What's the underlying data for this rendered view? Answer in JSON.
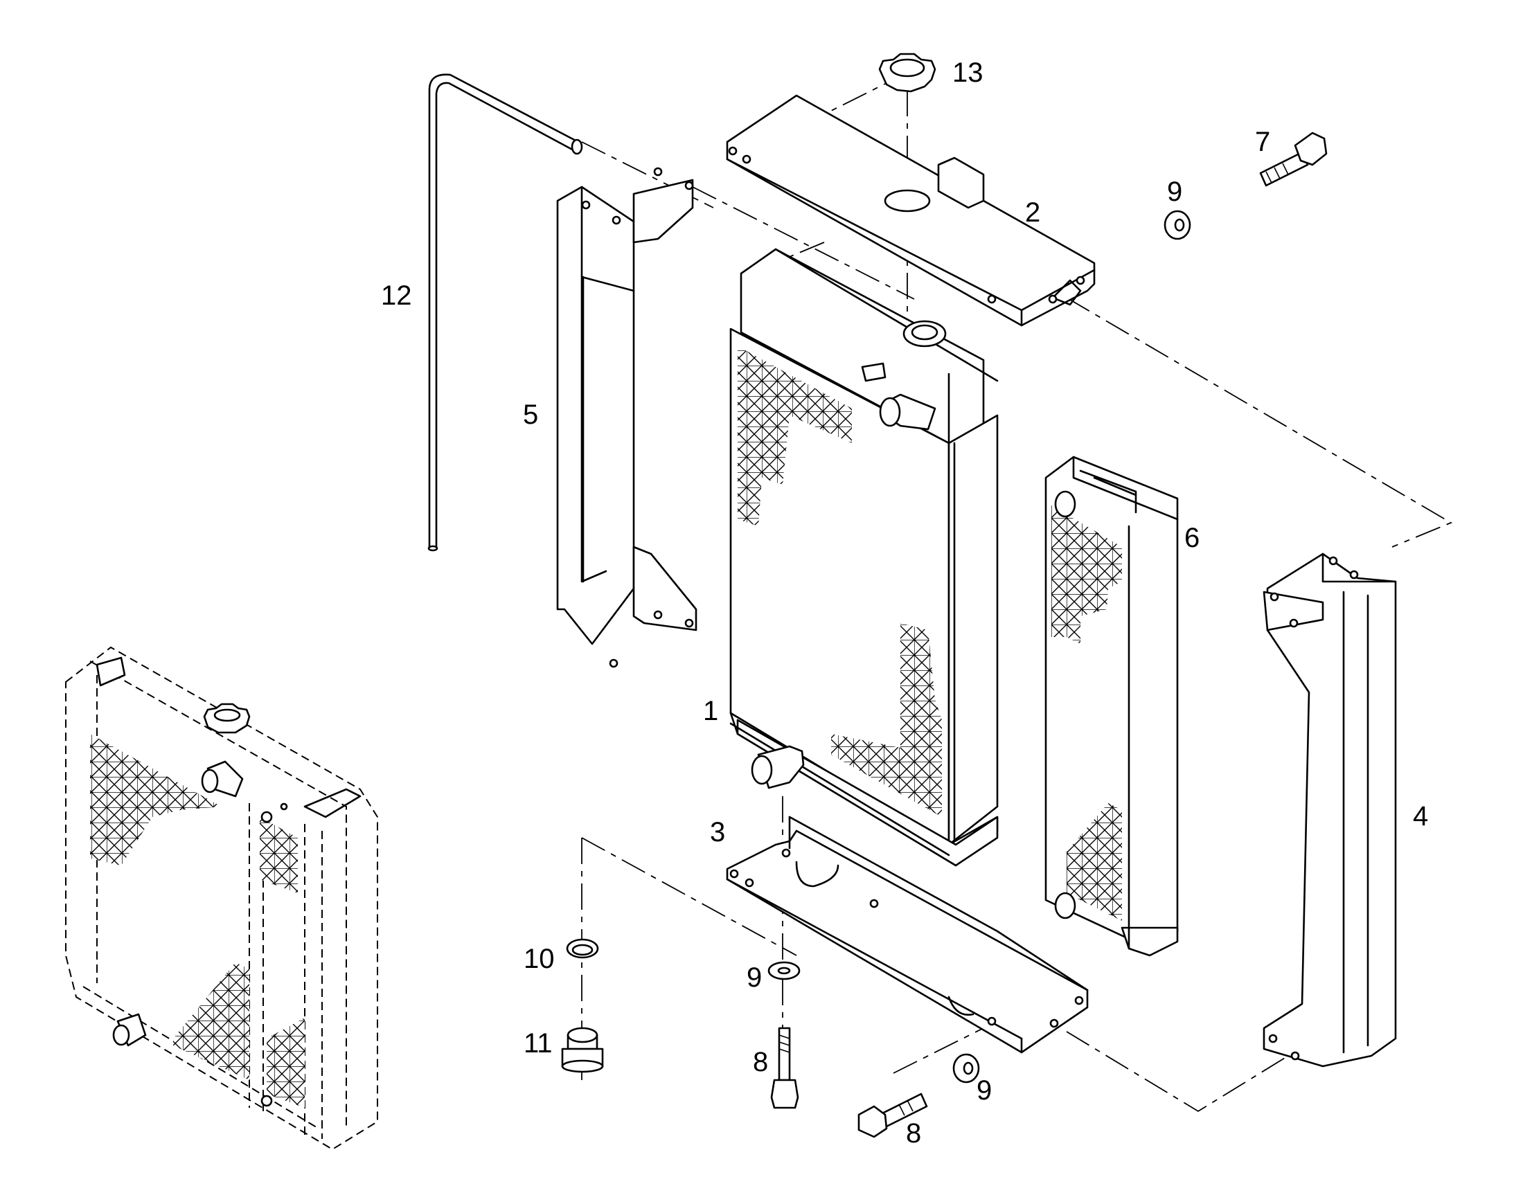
{
  "diagram": {
    "callouts": [
      {
        "id": "c1",
        "text": "1"
      },
      {
        "id": "c2",
        "text": "2"
      },
      {
        "id": "c3",
        "text": "3"
      },
      {
        "id": "c4",
        "text": "4"
      },
      {
        "id": "c5",
        "text": "5"
      },
      {
        "id": "c6",
        "text": "6"
      },
      {
        "id": "c7",
        "text": "7"
      },
      {
        "id": "c8a",
        "text": "8"
      },
      {
        "id": "c8b",
        "text": "8"
      },
      {
        "id": "c9a",
        "text": "9"
      },
      {
        "id": "c9b",
        "text": "9"
      },
      {
        "id": "c9c",
        "text": "9"
      },
      {
        "id": "c10",
        "text": "10"
      },
      {
        "id": "c11",
        "text": "11"
      },
      {
        "id": "c12",
        "text": "12"
      },
      {
        "id": "c13",
        "text": "13"
      }
    ]
  }
}
